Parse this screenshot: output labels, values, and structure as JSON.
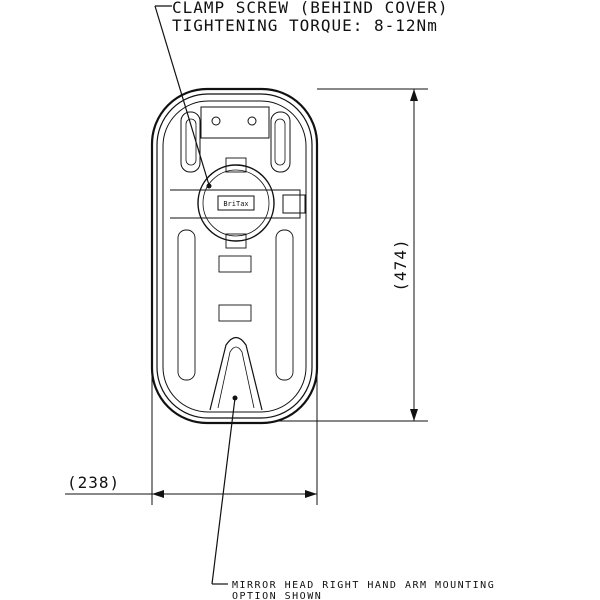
{
  "annotations": {
    "clamp_line1": "CLAMP SCREW (BEHIND COVER)",
    "clamp_line2": "TIGHTENING TORQUE: 8-12Nm",
    "mount_line1": "MIRROR HEAD RIGHT HAND ARM MOUNTING",
    "mount_line2": "OPTION SHOWN"
  },
  "dimensions": {
    "height": "(474)",
    "width": "(238)"
  },
  "labels": {
    "logo": "BriTax"
  },
  "colors": {
    "line": "#111111",
    "background": "#ffffff"
  }
}
